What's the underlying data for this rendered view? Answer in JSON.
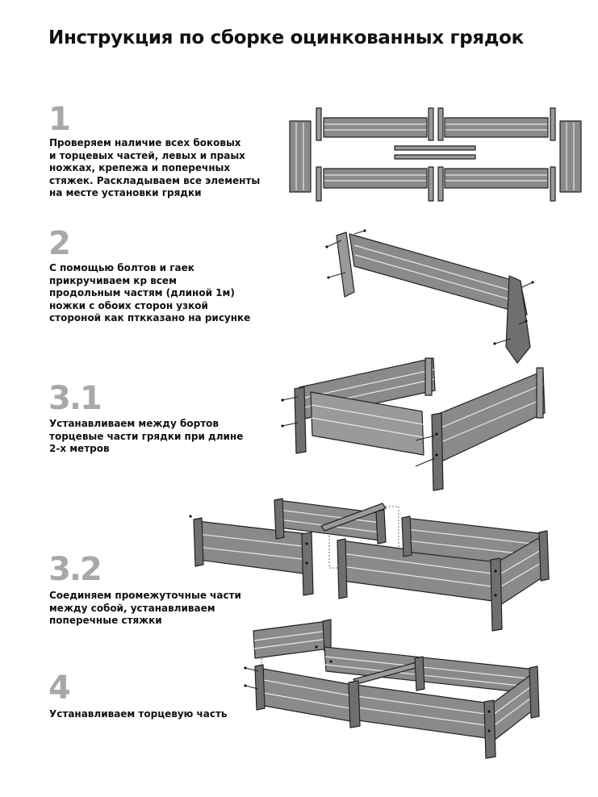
{
  "title": "Инструкция по сборке оцинкованных грядок",
  "steps": [
    {
      "number": "1",
      "text": "Проверяем наличие всех боковых\nи торцевых частей, левых и праых\nножках, крепежа и поперечных\nстяжек. Раскладываем все элементы\nна месте установки грядки"
    },
    {
      "number": "2",
      "text": "С помощью болтов и гаек\nприкручиваем кр всем\nпродольным частям (длиной 1м)\nножки с обоих  сторон узкой\nстороной как пткказано на рисунке"
    },
    {
      "number": "3.1",
      "text": "Устанавливаем между бортов\nторцевые части грядки при длине\n2-х метров"
    },
    {
      "number": "3.2",
      "text": "Соединяем промежуточные части\nмежду собой, устанавливаем\nпоперечные стяжки"
    },
    {
      "number": "4",
      "text": "Устанавливаем торцевую часть"
    }
  ],
  "colors": {
    "panel": "#8a8a8a",
    "panel_light": "#9a9a9a",
    "panel_dark": "#6f6f6f",
    "outline": "#222222",
    "step_number": "#a8a8a8"
  }
}
